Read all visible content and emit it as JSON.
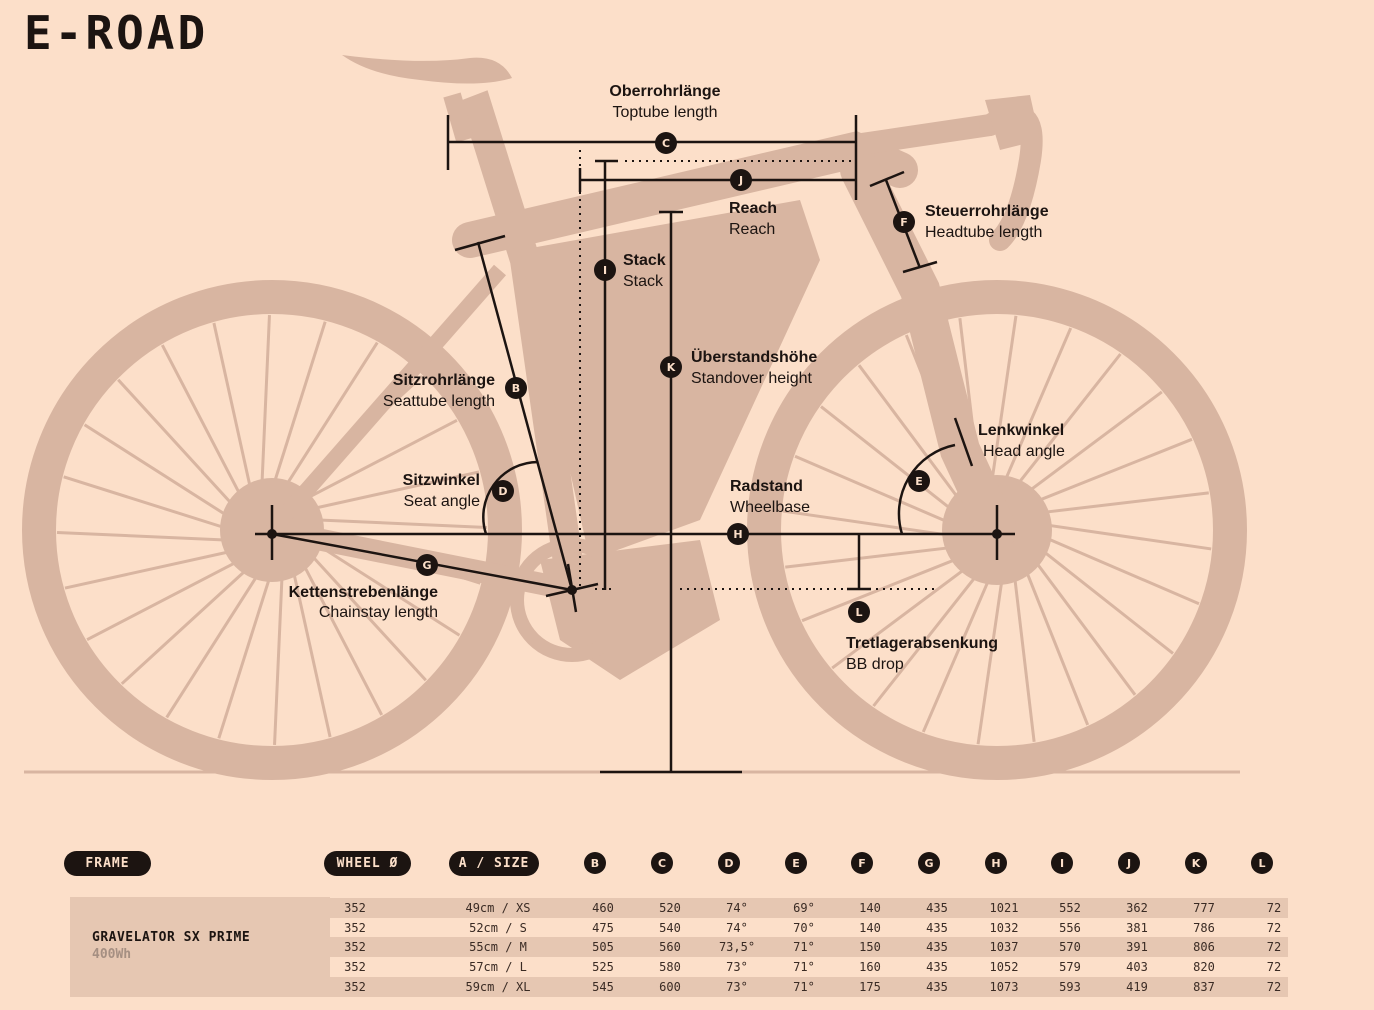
{
  "heading": "E-ROAD",
  "labels": {
    "C": {
      "de": "Oberrohrlänge",
      "en": "Toptube length"
    },
    "J": {
      "de": "Reach",
      "en": "Reach"
    },
    "I": {
      "de": "Stack",
      "en": "Stack"
    },
    "F": {
      "de": "Steuerrohrlänge",
      "en": "Headtube length"
    },
    "K": {
      "de": "Überstandshöhe",
      "en": "Standover height"
    },
    "B": {
      "de": "Sitzrohrlänge",
      "en": "Seattube length"
    },
    "E": {
      "de": "Lenkwinkel",
      "en": "Head angle"
    },
    "D": {
      "de": "Sitzwinkel",
      "en": "Seat angle"
    },
    "H": {
      "de": "Radstand",
      "en": "Wheelbase"
    },
    "G": {
      "de": "Kettenstrebenlänge",
      "en": "Chainstay length"
    },
    "L": {
      "de": "Tretlagerabsenkung",
      "en": "BB drop"
    }
  },
  "table": {
    "frame_label": "FRAME",
    "wheel_label": "WHEEL Ø",
    "size_label": "A / SIZE",
    "columns": [
      "B",
      "C",
      "D",
      "E",
      "F",
      "G",
      "H",
      "I",
      "J",
      "K",
      "L"
    ],
    "model_name": "GRAVELATOR SX PRIME",
    "model_sub": "400Wh",
    "rows": [
      {
        "wheel": "352",
        "size": "49cm / XS",
        "values": [
          "460",
          "520",
          "74°",
          "69°",
          "140",
          "435",
          "1021",
          "552",
          "362",
          "777",
          "72"
        ]
      },
      {
        "wheel": "352",
        "size": "52cm / S",
        "values": [
          "475",
          "540",
          "74°",
          "70°",
          "140",
          "435",
          "1032",
          "556",
          "381",
          "786",
          "72"
        ]
      },
      {
        "wheel": "352",
        "size": "55cm / M",
        "values": [
          "505",
          "560",
          "73,5°",
          "71°",
          "150",
          "435",
          "1037",
          "570",
          "391",
          "806",
          "72"
        ]
      },
      {
        "wheel": "352",
        "size": "57cm / L",
        "values": [
          "525",
          "580",
          "73°",
          "71°",
          "160",
          "435",
          "1052",
          "579",
          "403",
          "820",
          "72"
        ]
      },
      {
        "wheel": "352",
        "size": "59cm / XL",
        "values": [
          "545",
          "600",
          "73°",
          "71°",
          "175",
          "435",
          "1073",
          "593",
          "419",
          "837",
          "72"
        ]
      }
    ]
  }
}
